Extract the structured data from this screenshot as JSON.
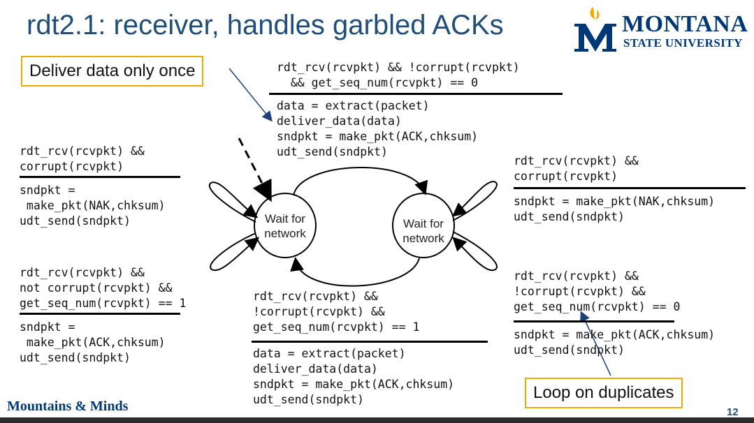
{
  "slide": {
    "title": "rdt2.1: receiver, handles garbled ACKs",
    "logo": {
      "line1": "MONTANA",
      "line2": "STATE UNIVERSITY"
    },
    "footer_brand": "Mountains & Minds",
    "page_number": "12",
    "colors": {
      "title": "#1f4e79",
      "brand": "#003875",
      "accent_gold": "#f2a900"
    }
  },
  "callouts": {
    "deliver_once": "Deliver data only once",
    "loop_duplicates": "Loop on duplicates"
  },
  "states": {
    "left": "Wait for\nnetwork",
    "right": "Wait for\nnetwork"
  },
  "transitions": {
    "top": {
      "condition": "rdt_rcv(rcvpkt) && !corrupt(rcvpkt)\n  && get_seq_num(rcvpkt) == 0",
      "action": "data = extract(packet)\ndeliver_data(data)\nsndpkt = make_pkt(ACK,chksum)\nudt_send(sndpkt)"
    },
    "left_top": {
      "condition": "rdt_rcv(rcvpkt) &&\ncorrupt(rcvpkt)",
      "action": "sndpkt =\n make_pkt(NAK,chksum)\nudt_send(sndpkt)"
    },
    "left_bottom": {
      "condition": "rdt_rcv(rcvpkt) &&\nnot corrupt(rcvpkt) &&\nget_seq_num(rcvpkt) == 1",
      "action": "sndpkt =\n make_pkt(ACK,chksum)\nudt_send(sndpkt)"
    },
    "right_top": {
      "condition": "rdt_rcv(rcvpkt) &&\ncorrupt(rcvpkt)",
      "action": "sndpkt = make_pkt(NAK,chksum)\nudt_send(sndpkt)"
    },
    "right_bottom": {
      "condition": "rdt_rcv(rcvpkt) &&\n!corrupt(rcvpkt) &&\nget_seq_num(rcvpkt) == 0",
      "action": "sndpkt = make_pkt(ACK,chksum)\nudt_send(sndpkt)"
    },
    "bottom": {
      "condition": "rdt_rcv(rcvpkt) &&\n!corrupt(rcvpkt) &&\nget_seq_num(rcvpkt) == 1",
      "action": "data = extract(packet)\ndeliver_data(data)\nsndpkt = make_pkt(ACK,chksum)\nudt_send(sndpkt)"
    }
  }
}
